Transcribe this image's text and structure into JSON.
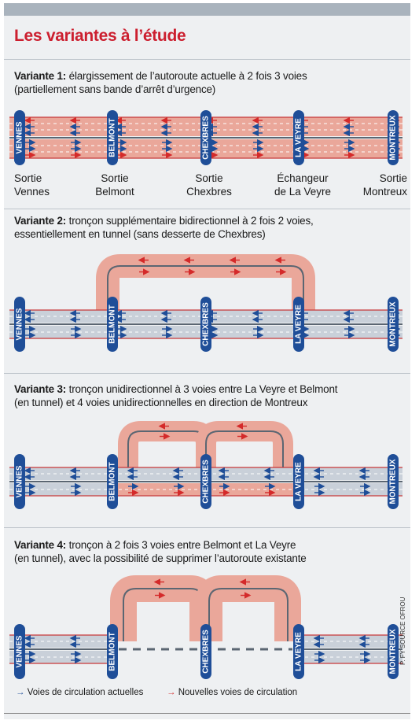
{
  "title": "Les variantes à l’étude",
  "variants": [
    {
      "label": "Variante 1:",
      "text": " élargissement de l’autoroute actuelle à 2 fois 3 voies",
      "text2": "(partiellement sans bande d’arrêt d’urgence)"
    },
    {
      "label": "Variante 2:",
      "text": " tronçon supplémentaire bidirectionnel à 2 fois 2 voies,",
      "text2": "essentiellement en tunnel (sans desserte de Chexbres)"
    },
    {
      "label": "Variante 3:",
      "text": " tronçon unidirectionnel à 3 voies entre La Veyre et Belmont",
      "text2": "(en tunnel) et 4 voies unidirectionnelles en direction de Montreux"
    },
    {
      "label": "Variante 4:",
      "text": " tronçon à 2 fois 3 voies entre Belmont et La Veyre",
      "text2": "(en tunnel), avec la possibilité de supprimer l’autoroute existante"
    }
  ],
  "nodes": [
    "VENNES",
    "BELMONT",
    "CHEXBRES",
    "LA VEYRE",
    "MONTREUX"
  ],
  "exits": [
    {
      "l1": "Sortie",
      "l2": "Vennes"
    },
    {
      "l1": "Sortie",
      "l2": "Belmont"
    },
    {
      "l1": "Sortie",
      "l2": "Chexbres"
    },
    {
      "l1": "Échangeur",
      "l2": "de La Veyre"
    },
    {
      "l1": "Sortie",
      "l2": "Montreux"
    }
  ],
  "legend": {
    "current": "Voies de circulation actuelles",
    "new": "Nouvelles voies de circulation"
  },
  "credit": "P. FY SOURCE OFROU",
  "colors": {
    "title_red": "#cc1f2f",
    "node_blue": "#1f4e98",
    "current_arrow": "#1f4e98",
    "new_arrow": "#d42a2a",
    "new_road": "#eaa79a",
    "current_road": "#c9d0d9"
  }
}
